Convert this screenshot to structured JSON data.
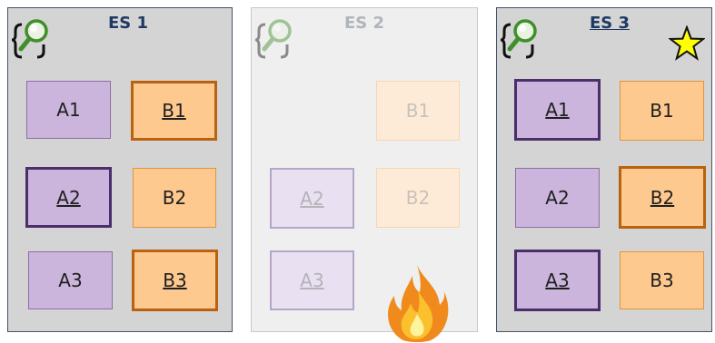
{
  "panels": [
    {
      "title": "ES 1",
      "boxes": [
        "A1",
        "B1",
        "A2",
        "B2",
        "A3",
        "B3"
      ]
    },
    {
      "title": "ES 2",
      "boxes": [
        "B1",
        "A2",
        "B2",
        "A3"
      ]
    },
    {
      "title": "ES 3",
      "boxes": [
        "A1",
        "B1",
        "A2",
        "B2",
        "A3",
        "B3"
      ]
    }
  ],
  "colors": {
    "a_fill": "#cbb5dc",
    "b_fill": "#fdc98f",
    "a_primary_border": "#4b2e6b",
    "b_primary_border": "#b9620f",
    "title": "#1f3864"
  },
  "icons": [
    "search-config-icon",
    "star-icon",
    "fire-icon"
  ]
}
